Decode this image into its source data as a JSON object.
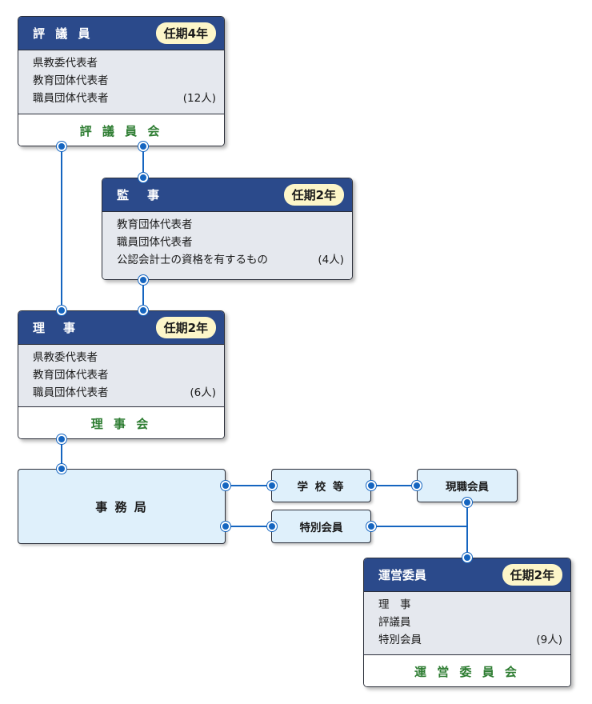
{
  "colors": {
    "header_bg": "#2b4a8b",
    "term_badge_bg": "#fdf6c9",
    "body_bg": "#e5e8ee",
    "footer_text": "#2e7d32",
    "box_bg": "#dff0fb",
    "connector": "#1565c0"
  },
  "councilors": {
    "title": "評 議 員",
    "term": "任期4年",
    "members": [
      "県教委代表者",
      "教育団体代表者",
      "職員団体代表者"
    ],
    "count": "(12人)",
    "footer": "評 議 員 会"
  },
  "auditors": {
    "title": "監　事",
    "term": "任期2年",
    "members": [
      "教育団体代表者",
      "職員団体代表者",
      "公認会計士の資格を有するもの"
    ],
    "count": "(4人)"
  },
  "directors": {
    "title": "理　事",
    "term": "任期2年",
    "members": [
      "県教委代表者",
      "教育団体代表者",
      "職員団体代表者"
    ],
    "count": "(6人)",
    "footer": "理 事 会"
  },
  "secretariat": {
    "label": "事 務 局"
  },
  "schools": {
    "label": "学 校 等"
  },
  "special_members": {
    "label": "特別会員"
  },
  "active_members": {
    "label": "現職会員"
  },
  "steering": {
    "title": "運営委員",
    "term": "任期2年",
    "members": [
      "理　事",
      "評議員",
      "特別会員"
    ],
    "count": "(9人)",
    "footer": "運 営 委 員 会"
  }
}
